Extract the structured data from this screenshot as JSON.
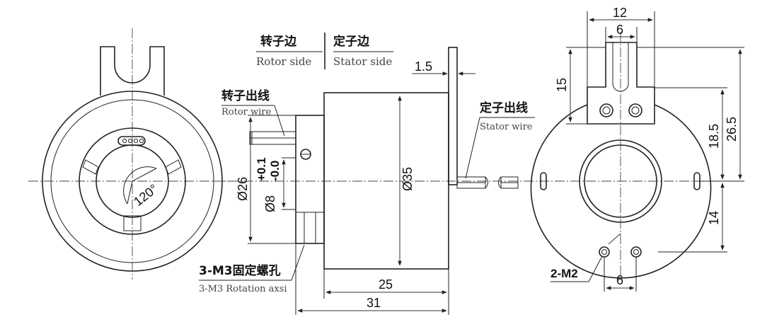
{
  "labels": {
    "rotor_side_cn": "转子边",
    "stator_side_cn": "定子边",
    "rotor_side_en": "Rotor side",
    "stator_side_en": "Stator side",
    "rotor_wire_cn": "转子出线",
    "rotor_wire_en": "Rotor wire",
    "stator_wire_cn": "定子出线",
    "stator_wire_en": "Stator wire",
    "mount_cn": "3-M3固定螺孔",
    "mount_en": "3-M3 Rotation axsi"
  },
  "dimensions": {
    "angle": "120°",
    "flange_thickness": "1.5",
    "outer_diameter": "Ø35",
    "collar_diameter": "Ø26",
    "bore_diameter": "Ø8",
    "bore_tol_upper": "+0.1",
    "bore_tol_lower": "-0.0",
    "body_length": "25",
    "total_length": "31",
    "tab_width": "12",
    "tab_slot_width": "6",
    "tab_height": "15",
    "hole_height": "18.5",
    "total_height": "26.5",
    "lower_height": "14",
    "screw_label": "2-M2",
    "screw_spacing": "6"
  },
  "colors": {
    "line": "#222222",
    "text_cn": "#111111",
    "text_en": "#444444"
  }
}
